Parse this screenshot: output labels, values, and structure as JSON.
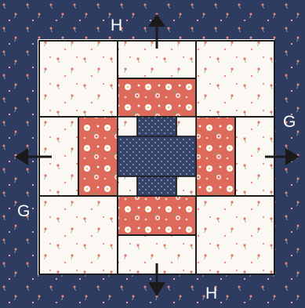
{
  "labels": {
    "top": "H",
    "bottom": "H",
    "right": "G",
    "left": "G"
  },
  "colors": {
    "navy": "#2f3c62",
    "navy_dark": "#25304f",
    "cream": "#fbf8f3",
    "coral": "#dd6a5b",
    "coral_dark": "#c9584b",
    "seam": "#1c1c1c",
    "arrow": "#1a1a1a",
    "label": "#ffffff"
  },
  "icons": {
    "arrow_up": "arrow-up-icon",
    "arrow_down": "arrow-down-icon",
    "arrow_left": "arrow-left-icon",
    "arrow_right": "arrow-right-icon"
  }
}
